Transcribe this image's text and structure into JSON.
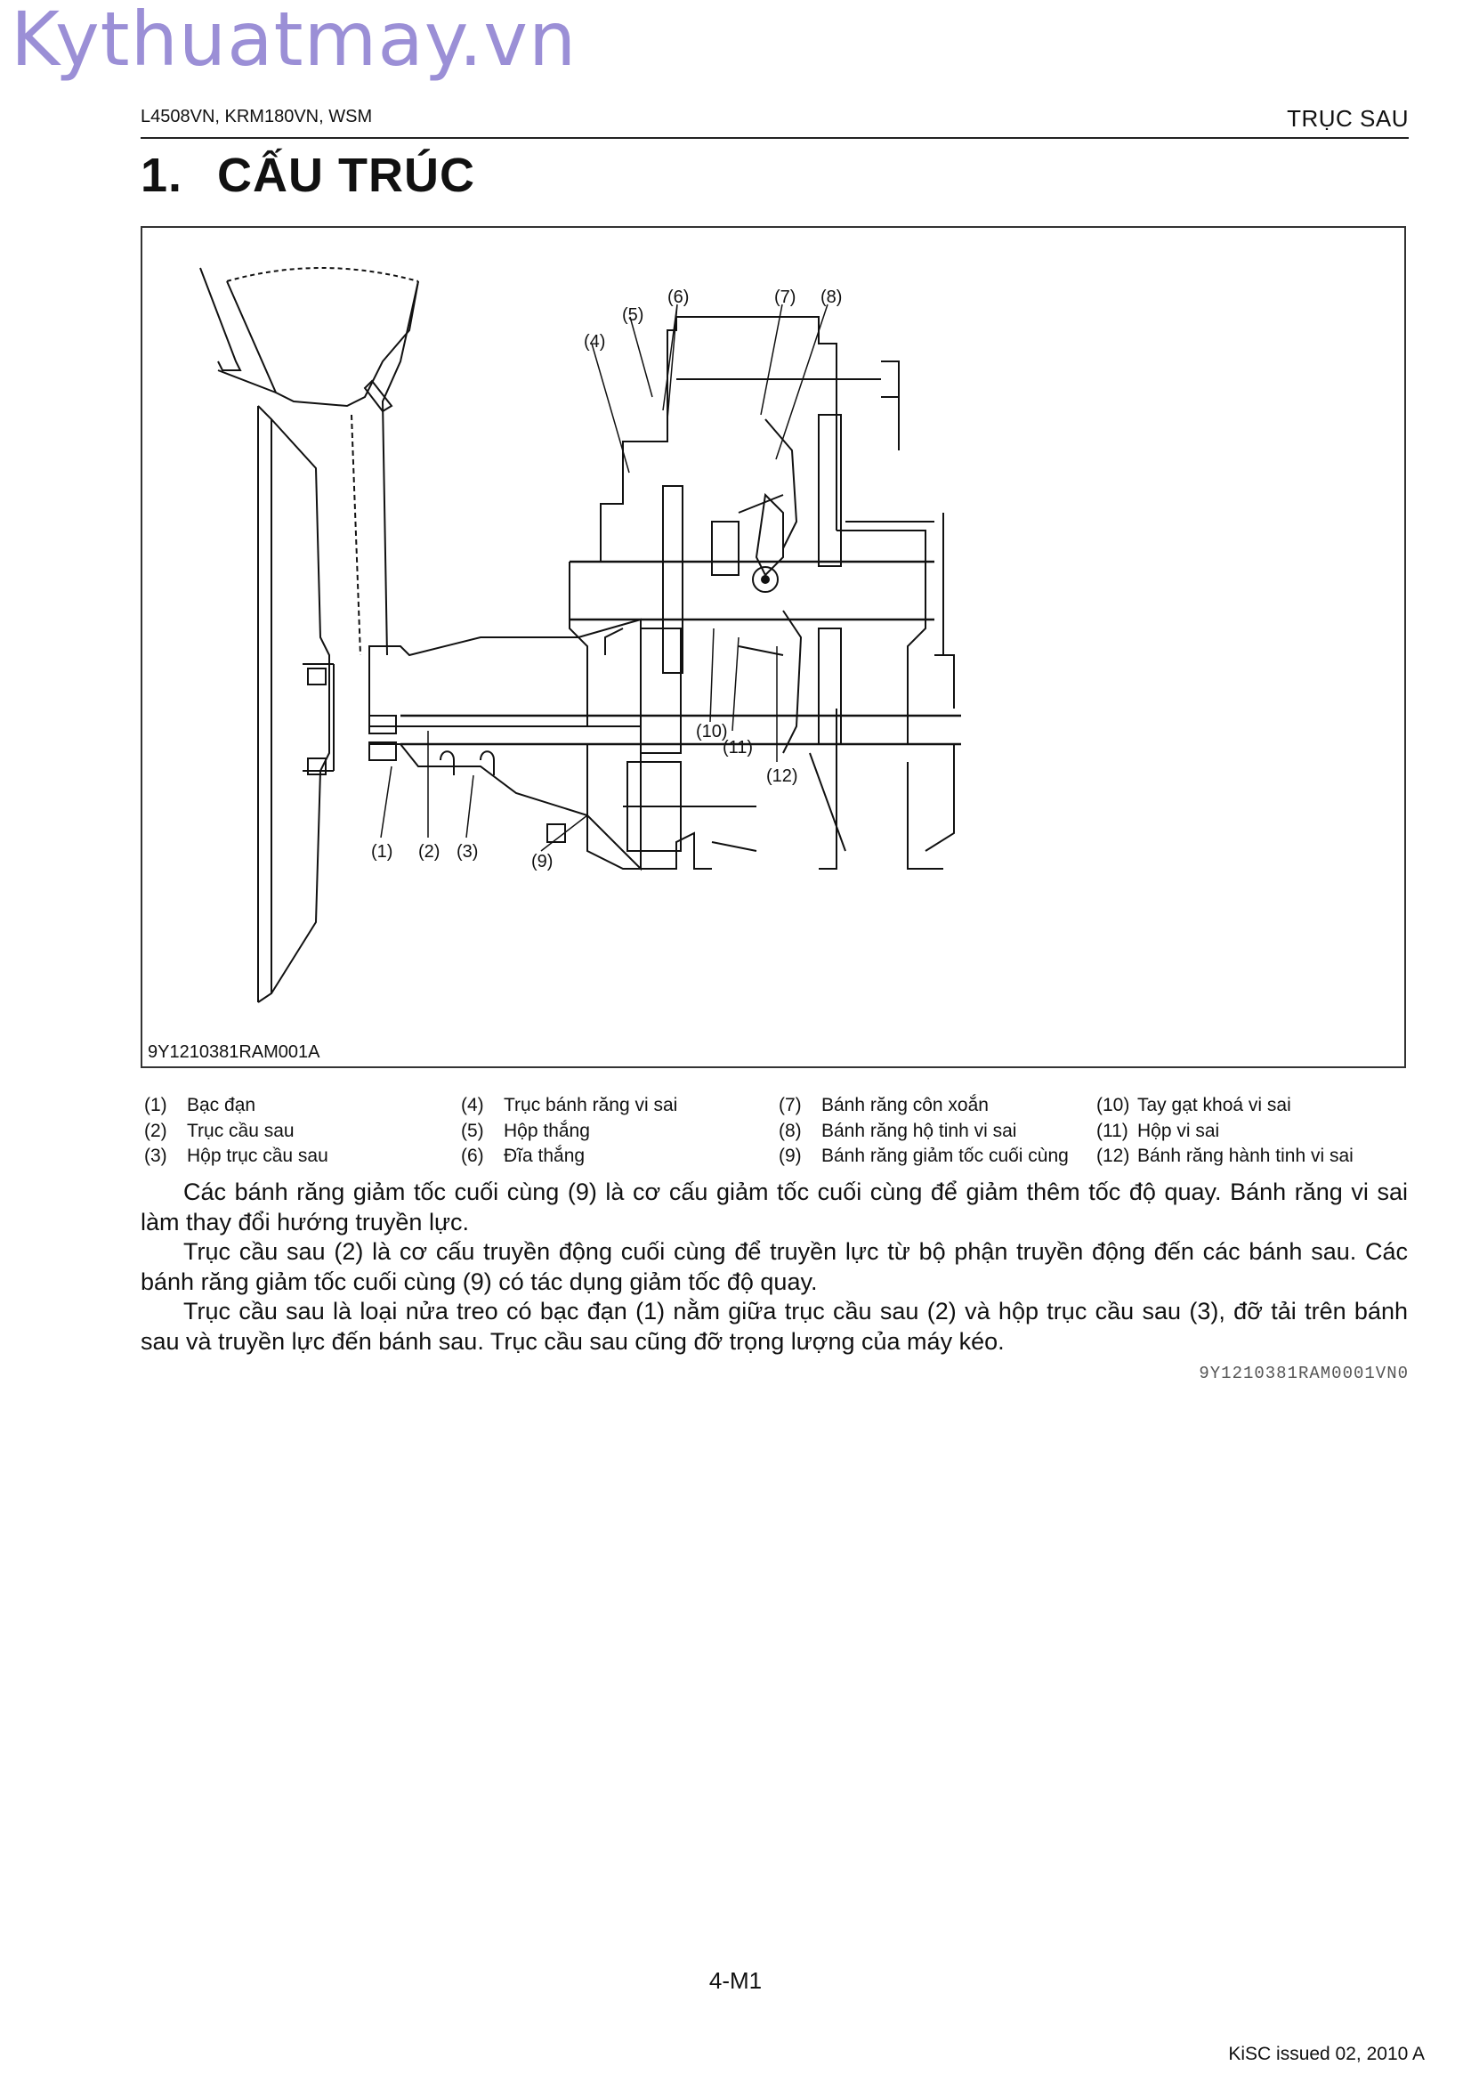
{
  "watermark": "Kythuatmay.vn",
  "header": {
    "models": "L4508VN, KRM180VN, WSM",
    "section": "TRỤC SAU"
  },
  "title": {
    "number": "1.",
    "text": "CẤU TRÚC"
  },
  "figure": {
    "code": "9Y1210381RAM001A",
    "callouts": [
      "(1)",
      "(2)",
      "(3)",
      "(4)",
      "(5)",
      "(6)",
      "(7)",
      "(8)",
      "(9)",
      "(10)",
      "(11)",
      "(12)"
    ]
  },
  "legend": [
    {
      "num": "(1)",
      "label": "Bạc đạn"
    },
    {
      "num": "(2)",
      "label": "Trục cầu sau"
    },
    {
      "num": "(3)",
      "label": "Hộp trục cầu sau"
    },
    {
      "num": "(4)",
      "label": "Trục bánh răng vi sai"
    },
    {
      "num": "(5)",
      "label": "Hộp thắng"
    },
    {
      "num": "(6)",
      "label": "Đĩa thắng"
    },
    {
      "num": "(7)",
      "label": "Bánh răng côn xoắn"
    },
    {
      "num": "(8)",
      "label": "Bánh răng hộ tinh vi sai"
    },
    {
      "num": "(9)",
      "label": "Bánh răng giảm tốc cuối cùng"
    },
    {
      "num": "(10)",
      "label": "Tay gạt khoá vi sai"
    },
    {
      "num": "(11)",
      "label": "Hộp vi sai"
    },
    {
      "num": "(12)",
      "label": "Bánh răng hành tinh vi sai"
    }
  ],
  "body": [
    "Các bánh răng giảm tốc cuối cùng (9) là cơ cấu giảm tốc cuối cùng để giảm thêm tốc độ quay. Bánh răng vi sai làm thay đổi hướng truyền lực.",
    "Trục cầu sau (2) là cơ cấu truyền động cuối cùng để truyền lực từ bộ phận truyền động đến các bánh sau. Các bánh răng giảm tốc cuối cùng (9) có tác dụng giảm tốc độ quay.",
    "Trục cầu sau là loại nửa treo có bạc đạn (1) nằm giữa trục cầu sau (2) và hộp trục cầu sau (3), đỡ tải trên bánh sau và truyền lực đến bánh sau. Trục cầu sau cũng đỡ trọng lượng của máy kéo."
  ],
  "doc_code": "9Y1210381RAM0001VN0",
  "page_number": "4-M1",
  "footer": "KiSC issued 02, 2010 A"
}
